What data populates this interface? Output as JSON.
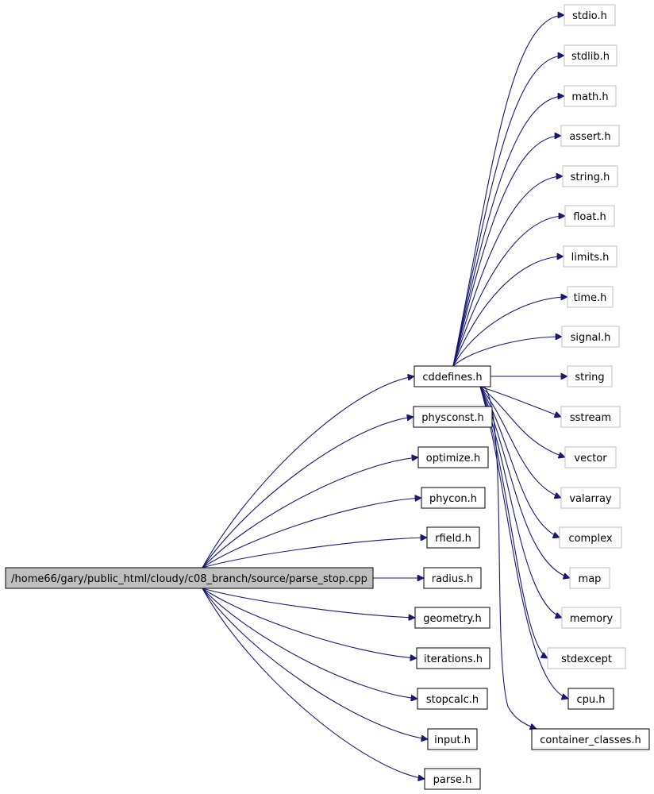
{
  "root": {
    "label": "/home66/gary/public_html/cloudy/c08_branch/source/parse_stop.cpp"
  },
  "direct_includes": [
    {
      "label": "cddefines.h"
    },
    {
      "label": "physconst.h"
    },
    {
      "label": "optimize.h"
    },
    {
      "label": "phycon.h"
    },
    {
      "label": "rfield.h"
    },
    {
      "label": "radius.h"
    },
    {
      "label": "geometry.h"
    },
    {
      "label": "iterations.h"
    },
    {
      "label": "stopcalc.h"
    },
    {
      "label": "input.h"
    },
    {
      "label": "parse.h"
    }
  ],
  "cddefines_includes": [
    {
      "label": "stdio.h",
      "kind": "system"
    },
    {
      "label": "stdlib.h",
      "kind": "system"
    },
    {
      "label": "math.h",
      "kind": "system"
    },
    {
      "label": "assert.h",
      "kind": "system"
    },
    {
      "label": "string.h",
      "kind": "system"
    },
    {
      "label": "float.h",
      "kind": "system"
    },
    {
      "label": "limits.h",
      "kind": "system"
    },
    {
      "label": "time.h",
      "kind": "system"
    },
    {
      "label": "signal.h",
      "kind": "system"
    },
    {
      "label": "string",
      "kind": "system"
    },
    {
      "label": "sstream",
      "kind": "system"
    },
    {
      "label": "vector",
      "kind": "system"
    },
    {
      "label": "valarray",
      "kind": "system"
    },
    {
      "label": "complex",
      "kind": "system"
    },
    {
      "label": "map",
      "kind": "system"
    },
    {
      "label": "memory",
      "kind": "system"
    },
    {
      "label": "stdexcept",
      "kind": "system"
    },
    {
      "label": "cpu.h",
      "kind": "local"
    },
    {
      "label": "container_classes.h",
      "kind": "local"
    }
  ],
  "colors": {
    "edge": "#191970",
    "root_fill": "#bfbfbf",
    "local_border": "#000000",
    "system_border": "#bfbfbf"
  }
}
